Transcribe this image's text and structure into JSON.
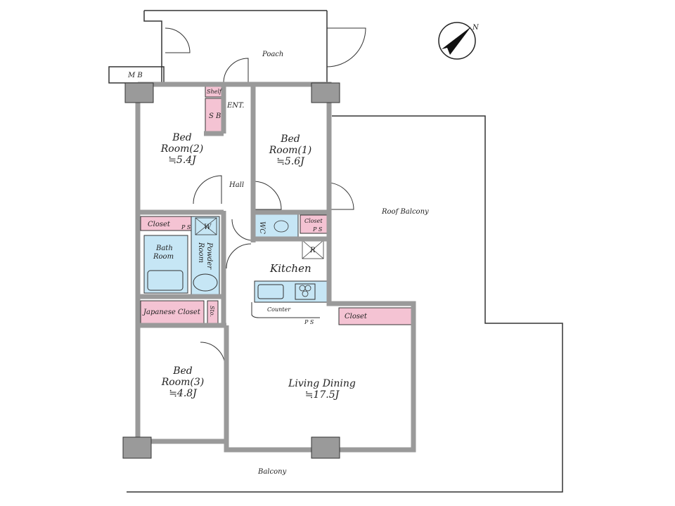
{
  "title": "Floor plan",
  "colors": {
    "storage": "#f4c3d3",
    "wet": "#c6e6f5",
    "wall": "#a9a9a9"
  },
  "compass": {
    "label": "N",
    "icon": "north-arrow-icon"
  },
  "rooms": {
    "poach": "Poach",
    "mb": "M B",
    "shelf": "Shelf",
    "sb": "S B",
    "ent": "ENT.",
    "bed2": {
      "line1": "Bed",
      "line2": "Room(2)",
      "area": "≒5.4J"
    },
    "bed1": {
      "line1": "Bed",
      "line2": "Room(1)",
      "area": "≒5.6J"
    },
    "hall": "Hall",
    "roof_balcony": "Roof Balcony",
    "closet_bed2": "Closet",
    "ps1": "P S",
    "washer": "W",
    "bath": {
      "line1": "Bath",
      "line2": "Room"
    },
    "powder": {
      "line1": "Powder",
      "line2": "Room"
    },
    "wc": "WC",
    "closet_bed1": "Closet",
    "ps2": "P S",
    "fridge": "R",
    "kitchen": "Kitchen",
    "counter": "Counter",
    "ps3": "P S",
    "japanese_closet": "Japanese Closet",
    "sto": "Sto.",
    "closet_living": "Closet",
    "bed3": {
      "line1": "Bed",
      "line2": "Room(3)",
      "area": "≒4.8J"
    },
    "living": {
      "line1": "Living Dining",
      "area": "≒17.5J"
    },
    "balcony": "Balcony"
  }
}
